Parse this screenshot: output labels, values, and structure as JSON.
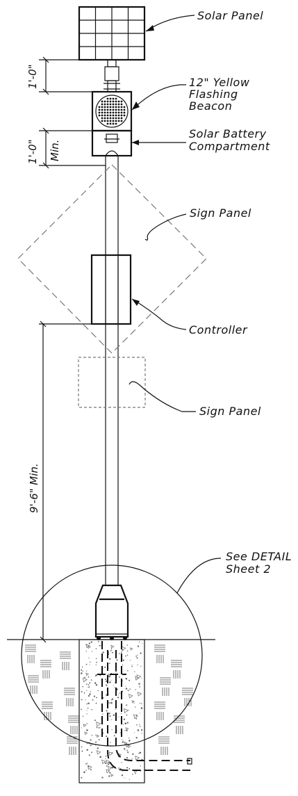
{
  "labels": {
    "solar_panel": "Solar Panel",
    "beacon_line1": "12\" Yellow",
    "beacon_line2": "Flashing",
    "beacon_line3": "Beacon",
    "battery_line1": "Solar Battery",
    "battery_line2": "Compartment",
    "sign_panel_1": "Sign Panel",
    "controller": "Controller",
    "sign_panel_2": "Sign Panel",
    "detail_line1": "See DETAIL",
    "detail_line2": "Sheet 2"
  },
  "dimensions": {
    "upper": "1'-0\"",
    "lower": "1'-0\"",
    "lower_min": "Min.",
    "height": "9'-6\" Min."
  }
}
